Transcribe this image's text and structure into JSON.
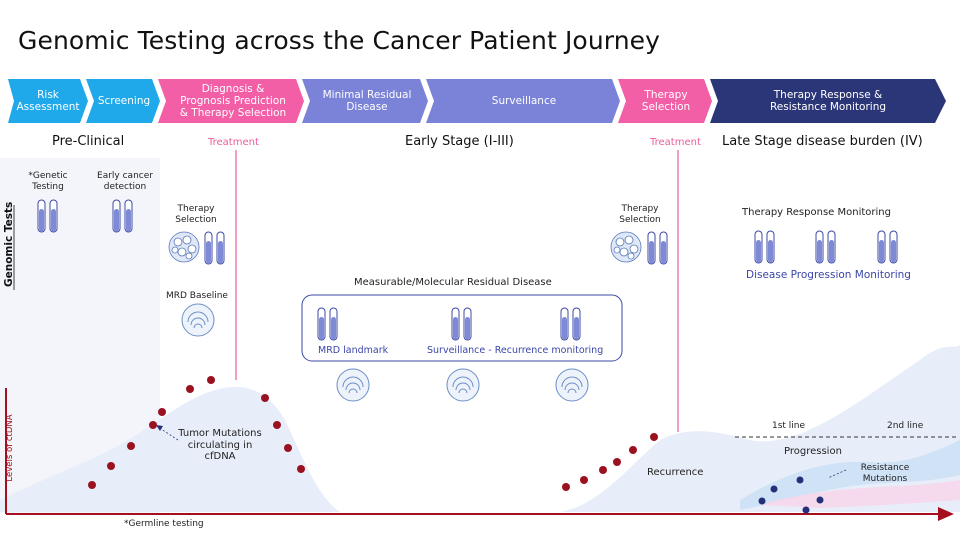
{
  "title": "Genomic Testing across the Cancer Patient Journey",
  "phases": [
    {
      "label": "Risk\nAssessment",
      "color": "#1fa8ea"
    },
    {
      "label": "Screening",
      "color": "#1fa8ea"
    },
    {
      "label": "Diagnosis &\nPrognosis Prediction\n& Therapy Selection",
      "color": "#f25fa6"
    },
    {
      "label": "Minimal Residual\nDisease",
      "color": "#7a83d8"
    },
    {
      "label": "Surveillance",
      "color": "#7a83d8"
    },
    {
      "label": "Therapy\nSelection",
      "color": "#f25fa6"
    },
    {
      "label": "Therapy Response &\nResistance Monitoring",
      "color": "#2b3678"
    }
  ],
  "stages": {
    "pre_clinical": "Pre-Clinical",
    "early": "Early Stage (I-III)",
    "late": "Late Stage disease burden (IV)"
  },
  "treatment_label": "Treatment",
  "y_axis_top": "Genomic Tests",
  "y_axis_bottom": "Levels of ctDNA",
  "tests": {
    "genetic_testing": "*Genetic\nTesting",
    "early_detection": "Early cancer\ndetection",
    "therapy_selection": "Therapy\nSelection",
    "mrd_baseline": "MRD Baseline",
    "therapy_response": "Therapy Response Monitoring",
    "disease_progression": "Disease Progression Monitoring"
  },
  "mrd_box": {
    "title": "Measurable/Molecular Residual Disease",
    "landmark": "MRD landmark",
    "surveillance": "Surveillance - Recurrence monitoring"
  },
  "annotations": {
    "tumor_mutations": "Tumor Mutations\ncirculating in\ncfDNA",
    "recurrence": "Recurrence",
    "first_line": "1st line",
    "second_line": "2nd line",
    "progression": "Progression",
    "resistance": "Resistance\nMutations",
    "germline": "*Germline testing"
  },
  "colors": {
    "axis": "#a50f1e",
    "dot_red": "#9a1220",
    "dot_navy": "#25307a",
    "tube": "#7f8ad6",
    "tube_border": "#3e4aa3",
    "treatment_line": "#ec5c9c",
    "wave": "#e6ecf8"
  }
}
